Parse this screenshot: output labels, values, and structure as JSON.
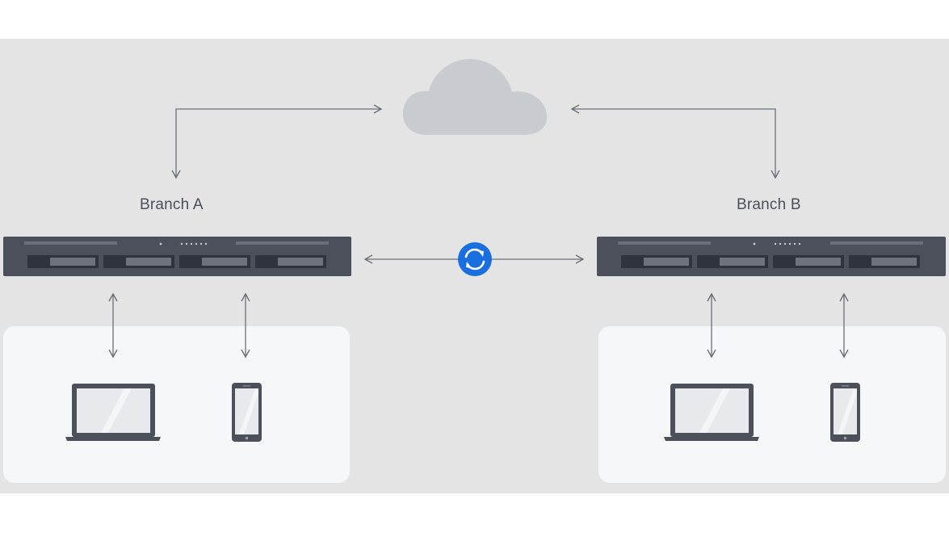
{
  "diagram": {
    "branches": [
      {
        "id": "a",
        "label": "Branch A",
        "clients": [
          "laptop-icon",
          "smartphone-icon"
        ]
      },
      {
        "id": "b",
        "label": "Branch B",
        "clients": [
          "laptop-icon",
          "smartphone-icon"
        ]
      }
    ],
    "center_icon": "sync-icon",
    "top_icon": "cloud-icon",
    "server_icon": "rack-server-icon",
    "colors": {
      "background": "#e4e4e4",
      "card": "#f6f7f9",
      "cloud": "#c8cbd0",
      "server": "#4b505b",
      "sync": "#1a6fe0",
      "line": "#6b6f78",
      "text": "#4a4f5c"
    }
  }
}
